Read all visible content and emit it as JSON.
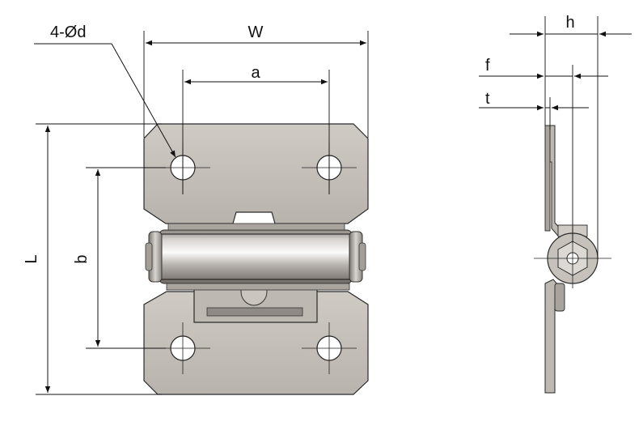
{
  "labels": {
    "holes": "4-Ød",
    "width": "W",
    "hole_spacing_x": "a",
    "length": "L",
    "hole_spacing_y": "b",
    "height": "h",
    "offset": "f",
    "thickness": "t"
  },
  "colors": {
    "plate": "#c3beb8",
    "plate_dark": "#9e9892",
    "pin_light": "#f2f2f2",
    "pin_dark": "#7d7873",
    "line": "#111111"
  }
}
